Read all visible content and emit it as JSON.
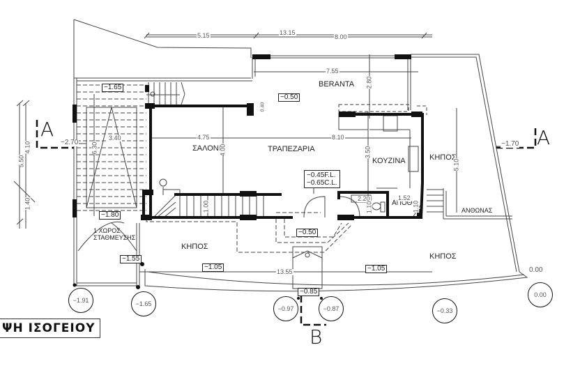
{
  "drawing": {
    "title": "ΚΑΤΟΨΗ ΙΣΟΓΕΙΟΥ",
    "title_visible": "ΨΗ ΙΣΟΓΕΙΟΥ",
    "section_marks": {
      "left": "A",
      "right": "A",
      "bottom": "B"
    }
  },
  "rooms": {
    "veranda": "BERANTA",
    "living": "ΣΑΛΟΝΙ",
    "dining": "ΤΡΑΠΕΖΑΡΙΑ",
    "kitchen": "ΚΟΥΖΙΝΑ",
    "storage": "ΑΠΟΘ.",
    "garden_east": "ΚΗΠΟΣ",
    "garden_south_left": "ΚΗΠΟΣ",
    "garden_south_right": "ΚΗΠΟΣ",
    "planter": "ΑΝΘΩΝΑΣ",
    "parking_line1": "1  ΧΩΡΟΣ",
    "parking_line2": "ΣΤΑΘΜΕΥΣΗΣ"
  },
  "dimensions": {
    "top_left": "5.15",
    "top_total": "13.15",
    "top_right": "8.00",
    "veranda_width": "7.55",
    "veranda_depth": "2.80",
    "living_width": "4.75",
    "living_depth": "4.00",
    "dining_kitchen_width": "8.10",
    "kitchen_depth": "3.50",
    "east_garden_depth": "5.10",
    "parking_width": "3.40",
    "parking_depth": "6.30",
    "left_total": "5.50",
    "left_upper": "4.10",
    "left_lower": "1.40",
    "stair_width": "1.00",
    "wc_width": "2.20",
    "wc_depth": "1.10",
    "storage_width": "1.52",
    "storage_depth": "1.10",
    "south_total": "13.55",
    "small_wall": "0.40"
  },
  "levels": {
    "stair_top": "−1.65",
    "parking": "−1.80",
    "veranda": "−0.50",
    "floor_line1": "−0.45F.L.",
    "floor_line2": "−0.65C.L.",
    "entrance": "−0.50",
    "garden_left": "−1.55",
    "garden_mid": "−1.05",
    "garden_right": "−1.05",
    "gate": "−0.85",
    "left_section": "−2.70",
    "right_section": "−1.70",
    "east_corner": "0.00"
  },
  "spot_levels": [
    "−1.91",
    "−1.65",
    "−0.97",
    "−0.87",
    "−0.33",
    "0.00"
  ],
  "colors": {
    "line": "#111111",
    "thin": "#444444",
    "text": "#333333",
    "background": "#ffffff"
  }
}
